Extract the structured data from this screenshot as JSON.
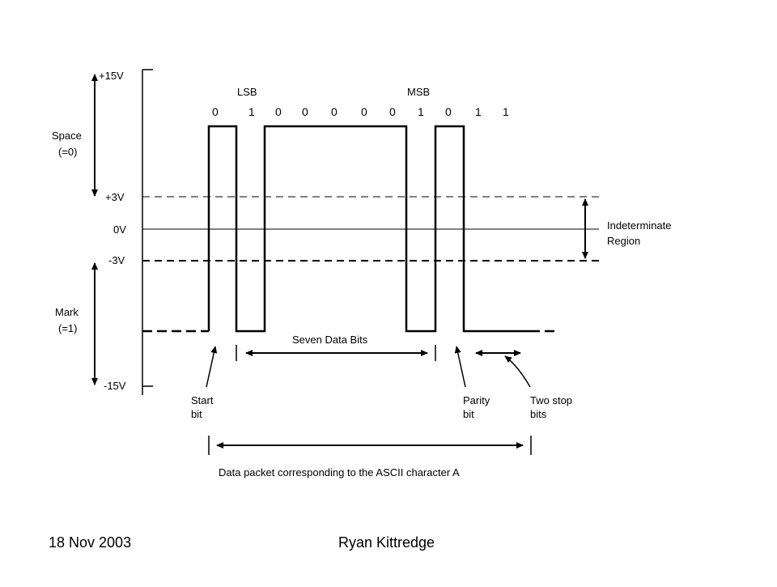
{
  "voltage_labels": {
    "plus15": "+15V",
    "plus3": "+3V",
    "zero": "0V",
    "minus3": "-3V",
    "minus15": "-15V"
  },
  "space": {
    "line1": "Space",
    "line2": "(=0)"
  },
  "mark": {
    "line1": "Mark",
    "line2": "(=1)"
  },
  "lsb_label": "LSB",
  "msb_label": "MSB",
  "bits": [
    "0",
    "1",
    "0",
    "0",
    "0",
    "0",
    "0",
    "1",
    "0",
    "1",
    "1"
  ],
  "indeterminate": {
    "line1": "Indeterminate",
    "line2": "Region"
  },
  "seven_data_bits": "Seven Data Bits",
  "start_bit": {
    "line1": "Start",
    "line2": "bit"
  },
  "parity_bit": {
    "line1": "Parity",
    "line2": "bit"
  },
  "stop_bits": {
    "line1": "Two stop",
    "line2": "bits"
  },
  "packet_caption": "Data packet corresponding to the ASCII character A",
  "footer": {
    "date": "18 Nov 2003",
    "author": "Ryan Kittredge"
  }
}
